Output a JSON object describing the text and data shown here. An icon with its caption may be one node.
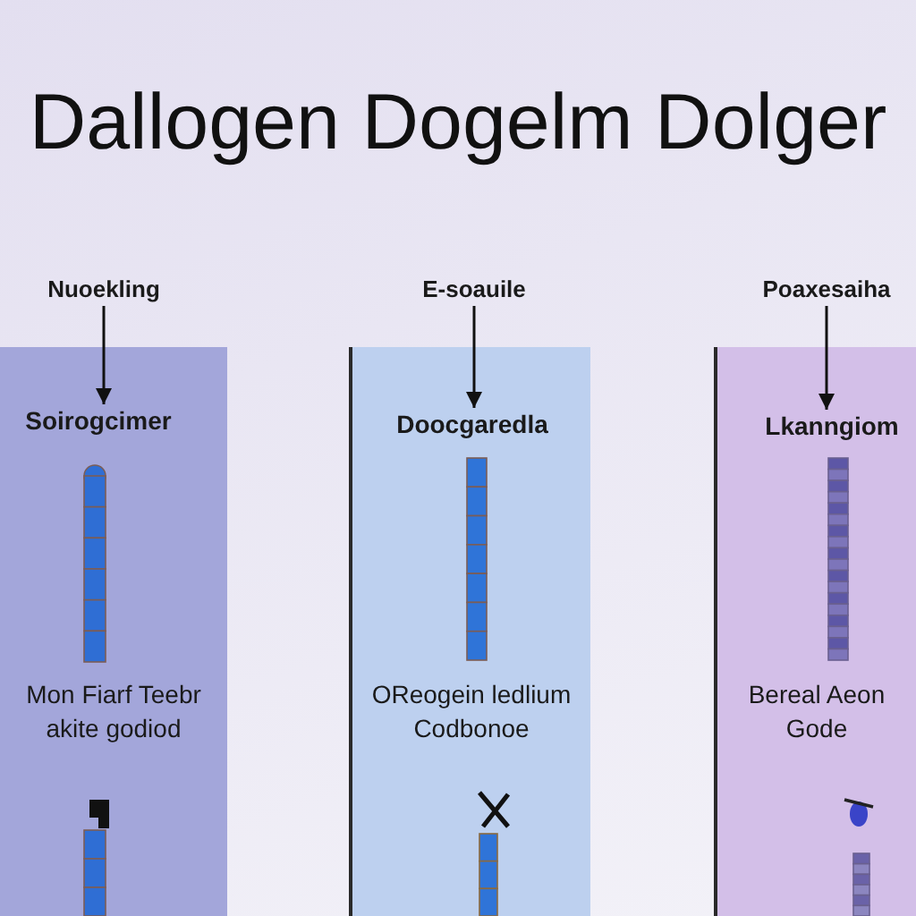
{
  "diagram": {
    "title": "Dallogen Dogelm Dolger",
    "nodes": [
      {
        "text": [
          "Nuoekling"
        ]
      },
      {
        "text": [
          "E-soauile"
        ]
      },
      {
        "text": [
          "Poaxesaiha"
        ]
      },
      {
        "text": [],
        "shape": "box"
      },
      {
        "text": [
          "Soirogcimer"
        ],
        "in": 3
      },
      {
        "text": [
          "Mon Fiarf Teebr akite godiod"
        ],
        "in": 3
      },
      {
        "text": [],
        "shape": "box"
      },
      {
        "text": [
          "Doocgaredla"
        ],
        "in": 6
      },
      {
        "text": [
          "OReogein ledlium Codbonoe"
        ],
        "in": 6
      },
      {
        "text": [],
        "shape": "box"
      },
      {
        "text": [
          "Lkanngiom"
        ],
        "in": 9
      },
      {
        "text": [
          "Bereal Aeon Gode"
        ],
        "in": 9
      }
    ],
    "edges": [
      {
        "from": 0,
        "to": 4,
        "arrow": "to"
      },
      {
        "from": 1,
        "to": 7,
        "arrow": "to"
      },
      {
        "from": 2,
        "to": 10,
        "arrow": "to"
      }
    ]
  }
}
